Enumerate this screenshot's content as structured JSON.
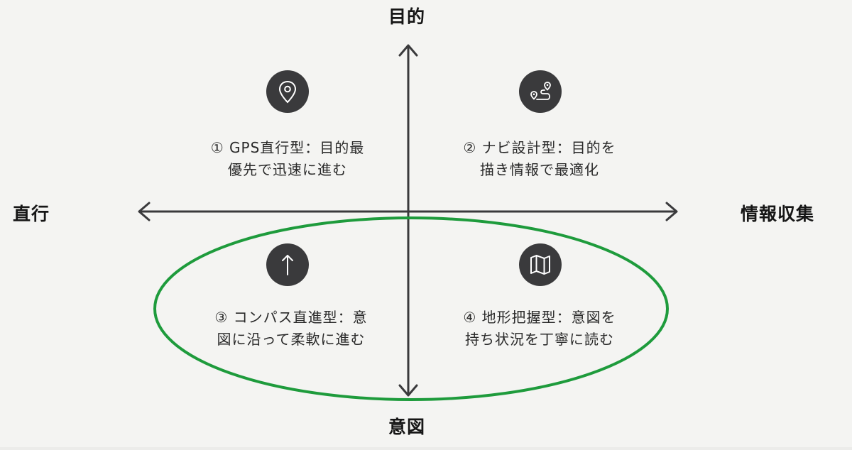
{
  "axes": {
    "top": "目的",
    "bottom": "意図",
    "left": "直行",
    "right": "情報収集"
  },
  "quadrants": [
    {
      "id": "q1",
      "icon": "location-pin-icon",
      "lines": [
        "① GPS直行型：目的最",
        "優先で迅速に進む"
      ]
    },
    {
      "id": "q2",
      "icon": "route-icon",
      "lines": [
        "② ナビ設計型：目的を",
        "描き情報で最適化"
      ]
    },
    {
      "id": "q3",
      "icon": "arrow-up-icon",
      "lines": [
        "③ コンパス直進型：意",
        "図に沿って柔軟に進む"
      ]
    },
    {
      "id": "q4",
      "icon": "map-icon",
      "lines": [
        "④ 地形把握型：意図を",
        "持ち状況を丁寧に読む"
      ]
    }
  ],
  "highlight": {
    "color": "#1e9b3c",
    "covers": [
      "q3",
      "q4"
    ]
  },
  "colors": {
    "axis": "#3a3a3c",
    "icon_bg": "#3a3a3c",
    "background": "#f4f4f2"
  }
}
